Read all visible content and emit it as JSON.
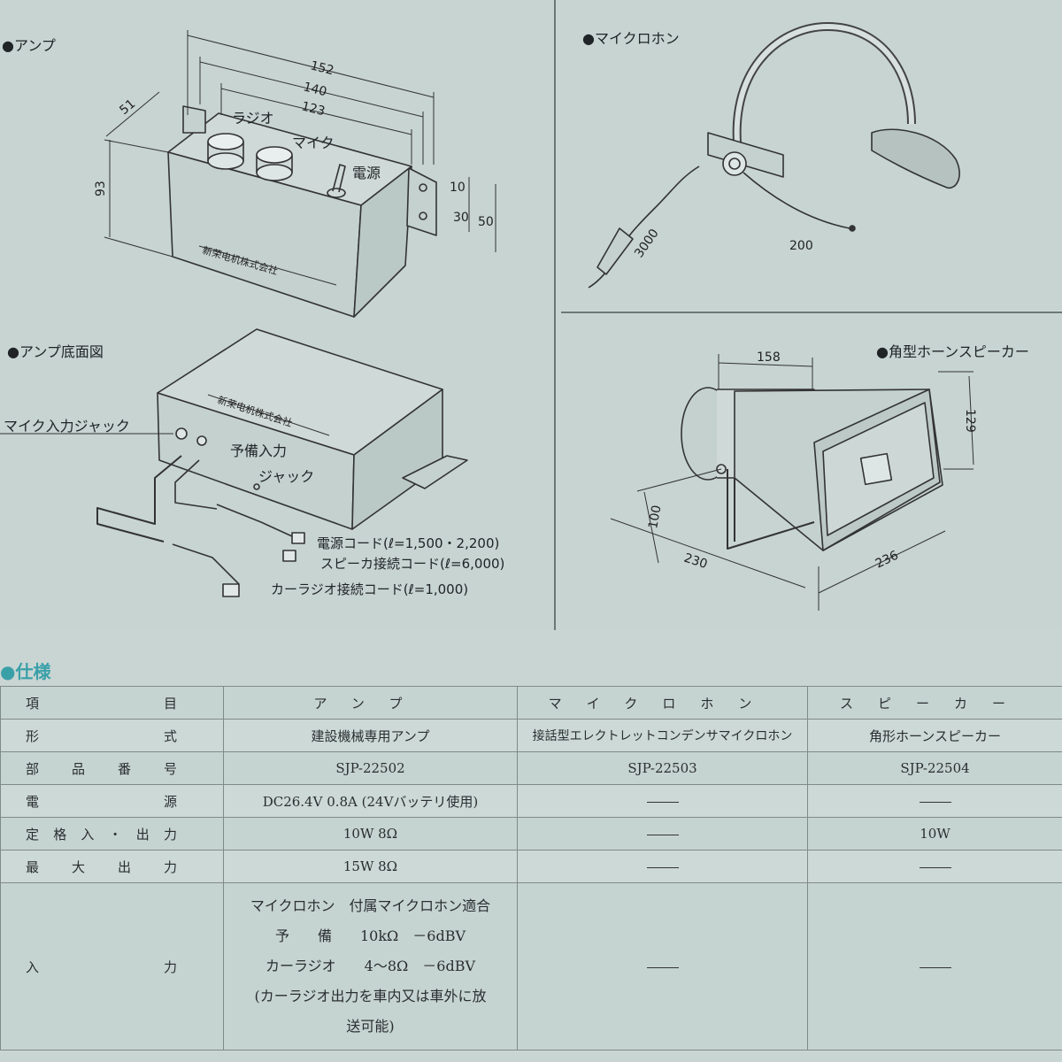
{
  "labels": {
    "amp": "●アンプ",
    "mic": "●マイクロホン",
    "amp_bottom": "●アンプ底面図",
    "horn": "●角型ホーンスピーカー",
    "radio": "ラジオ",
    "mike": "マイク",
    "power": "電源",
    "mic_jack": "マイク入力ジャック",
    "spare_input": "予備入力",
    "jack": "ジャック",
    "power_cord": "電源コード(ℓ=1,500・2,200)",
    "speaker_cord": "スピーカ接続コード(ℓ=6,000)",
    "radio_cord": "カーラジオ接続コード(ℓ=1,000)",
    "brand": "新荣电机株式会社"
  },
  "dimensions": {
    "amp": [
      "152",
      "140",
      "123",
      "51",
      "93",
      "10",
      "30",
      "50"
    ],
    "mic": [
      "3000",
      "200"
    ],
    "horn": [
      "158",
      "129",
      "100",
      "230",
      "236"
    ]
  },
  "spec": {
    "title": "仕様",
    "headers": {
      "item": "項目",
      "amp": "アンプ",
      "mic": "マイクロホン",
      "speaker": "スピーカー"
    },
    "rows": [
      {
        "label": "形式",
        "amp": "建設機械専用アンプ",
        "mic": "接話型エレクトレットコンデンサマイクロホン",
        "speaker": "角形ホーンスピーカー"
      },
      {
        "label": "部品番号",
        "amp": "SJP-22502",
        "mic": "SJP-22503",
        "speaker": "SJP-22504"
      },
      {
        "label": "電源",
        "amp": "DC26.4V 0.8A (24Vバッテリ使用)",
        "mic": "",
        "speaker": ""
      },
      {
        "label": "定格入・出力",
        "amp": "10W 8Ω",
        "mic": "",
        "speaker": "10W"
      },
      {
        "label": "最大出力",
        "amp": "15W 8Ω",
        "mic": "",
        "speaker": ""
      }
    ],
    "input_row": {
      "label": "入力",
      "lines": [
        "マイクロホン　付属マイクロホン適合",
        "予　　備　　10kΩ　－6dBV",
        "カーラジオ　　4～8Ω　－6dBV",
        "(カーラジオ出力を車内又は車外に放",
        "送可能)"
      ]
    }
  }
}
